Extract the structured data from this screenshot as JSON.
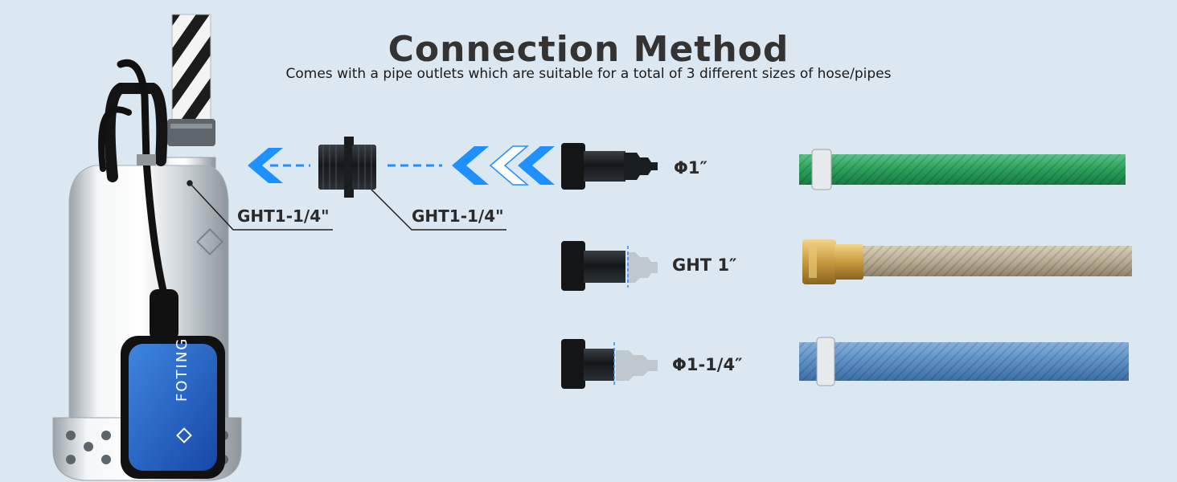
{
  "header": {
    "title": "Connection Method",
    "subtitle": "Comes with a pipe outlets which are suitable for a total of 3 different sizes of hose/pipes"
  },
  "callouts": {
    "pump_outlet": "GHT1-1/4\"",
    "nipple": "GHT1-1/4\""
  },
  "sizes": [
    {
      "label": "Φ1″",
      "hose": "green-hose",
      "hose_color": "#2aa05a"
    },
    {
      "label": "GHT 1″",
      "hose": "braided-hose",
      "hose_color": "#b9ae94"
    },
    {
      "label": "Φ1-1/4″",
      "hose": "blue-hose",
      "hose_color": "#5b8fc6"
    }
  ],
  "product": {
    "brand": "FOTING"
  },
  "colors": {
    "accent": "#1e90ff",
    "background": "#dbe8f2",
    "text": "#333333"
  }
}
